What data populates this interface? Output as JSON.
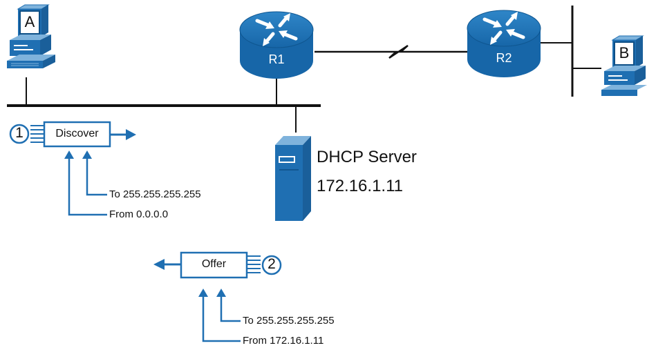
{
  "hosts": {
    "a_label": "A",
    "b_label": "B"
  },
  "routers": {
    "r1_label": "R1",
    "r2_label": "R2"
  },
  "server": {
    "name": "DHCP Server",
    "ip": "172.16.1.11"
  },
  "step1": {
    "number": "1",
    "message": "Discover",
    "to_addr": "To 255.255.255.255",
    "from_addr": "From 0.0.0.0"
  },
  "step2": {
    "number": "2",
    "message": "Offer",
    "to_addr": "To 255.255.255.255",
    "from_addr": "From 172.16.1.11"
  },
  "colors": {
    "accent": "#1f6fb2",
    "line": "#111111"
  }
}
